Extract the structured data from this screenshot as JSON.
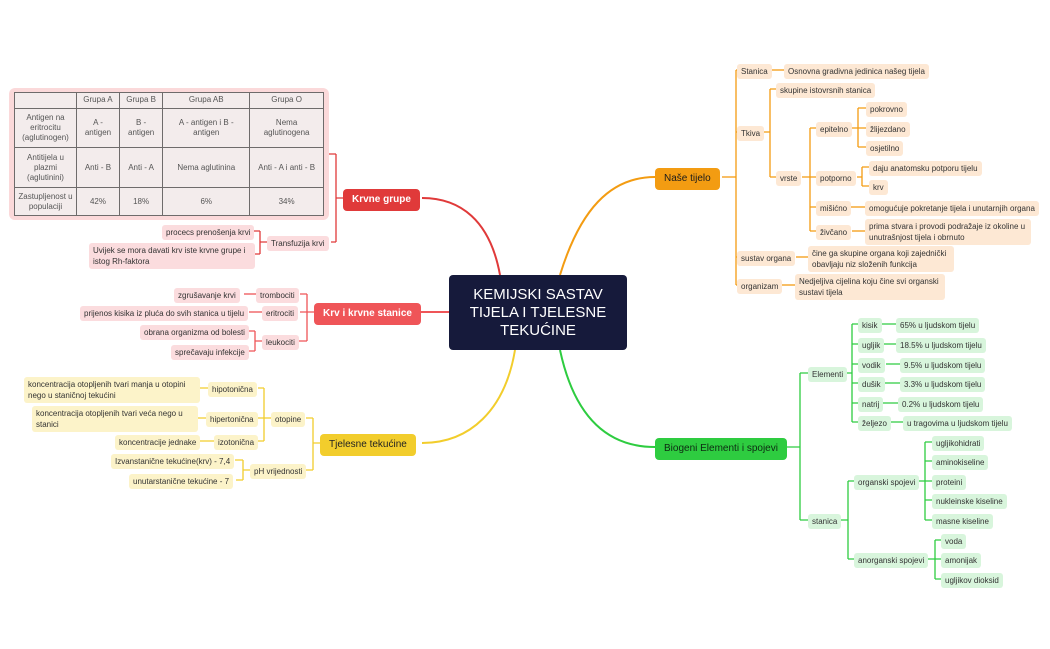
{
  "center": {
    "title": "KEMIJSKI SASTAV TIJELA I TJELESNE TEKUĆINE"
  },
  "nase_tijelo": {
    "title": "Naše tijelo",
    "stanica": "Stanica",
    "stanica_def": "Osnovna gradivna jedinica našeg tijela",
    "tkiva": "Tkiva",
    "tkiva_def": "skupine istovrsnih stanica",
    "vrste": "vrste",
    "epitelno": "epitelno",
    "epitelno_items": [
      "pokrovno",
      "žlijezdano",
      "osjetilno"
    ],
    "potporno": "potporno",
    "potporno_items": [
      "daju anatomsku potporu tijelu",
      "krv"
    ],
    "misicno": "mišićno",
    "misicno_def": "omogućuje pokretanje tijela i unutarnjih organa",
    "zivcano": "živčano",
    "zivcano_def": "prima stvara i provodi podražaje iz okoline u unutrašnjost tijela i obrnuto",
    "sustav": "sustav organa",
    "sustav_def": "čine ga skupine organa koji zajednički obavljaju niz složenih funkcija",
    "organizam": "organizam",
    "organizam_def": "Nedjeljiva cijelina koju čine svi organski sustavi tijela"
  },
  "biogeni": {
    "title": "Biogeni Elementi i spojevi",
    "elementi": "Elementi",
    "element_names": [
      "kisik",
      "ugljik",
      "vodik",
      "dušik",
      "natrij",
      "željezo"
    ],
    "element_values": [
      "65% u ljudskom tijelu",
      "18.5% u ljudskom tijelu",
      "9.5% u ljudskom tijelu",
      "3.3% u ljudskom tijelu",
      "0.2% u ljudskom tijelu",
      "u tragovima u ljudskom tijelu"
    ],
    "stanica": "stanica",
    "organski": "organski spojevi",
    "organski_items": [
      "ugljikohidrati",
      "aminokiseline",
      "proteini",
      "nukleinske kiseline",
      "masne kiseline"
    ],
    "anorganski": "anorganski spojevi",
    "anorganski_items": [
      "voda",
      "amonijak",
      "ugljikov dioksid"
    ]
  },
  "krvne_grupe": {
    "title": "Krvne grupe",
    "transfuzija": "Transfuzija krvi",
    "transfuzija_items": [
      "procecs prenošenja krvi",
      "Uvijek se mora davati krv iste krvne grupe i istog Rh-faktora"
    ],
    "table": {
      "header": [
        "",
        "Grupa A",
        "Grupa B",
        "Grupa AB",
        "Grupa O"
      ],
      "rows": [
        [
          "Antigen na eritrocitu (aglutinogen)",
          "A - antigen",
          "B - antigen",
          "A - antigen i B - antigen",
          "Nema aglutinogena"
        ],
        [
          "Antitijela u plazmi (aglutinini)",
          "Anti - B",
          "Anti - A",
          "Nema aglutinina",
          "Anti - A i anti - B"
        ],
        [
          "Zastupljenost u populaciji",
          "42%",
          "18%",
          "6%",
          "34%"
        ]
      ]
    }
  },
  "krv": {
    "title": "Krv i krvne stanice",
    "trombociti": "trombociti",
    "trombociti_def": "zgrušavanje krvi",
    "eritrociti": "eritrociti",
    "eritrociti_def": "prijenos kisika iz pluća do svih stanica u tijelu",
    "leukociti": "leukociti",
    "leukociti_items": [
      "obrana organizma od bolesti",
      "sprečavaju infekcije"
    ]
  },
  "tekucine": {
    "title": "Tjelesne tekućine",
    "otopine": "otopine",
    "hipotonicna": "hipotonična",
    "hipotonicna_def": "koncentracija otopljenih tvari manja u otopini nego u staničnoj tekućini",
    "hipertonicna": "hipertonična",
    "hipertonicna_def": "koncentracija otopljenih tvari veća nego u stanici",
    "izotonicna": "izotonična",
    "izotonicna_def": "koncentracije jednake",
    "ph": "pH vrijednosti",
    "ph_items": [
      "Izvanstanične tekućine(krv) - 7,4",
      "unutarstanične tekućine - 7"
    ]
  },
  "colors": {
    "orange": "#f39c12",
    "green": "#2ecc40",
    "red": "#e03a3a",
    "pink": "#ef5558",
    "yellow": "#f2cd2c",
    "center": "#161a3b"
  }
}
